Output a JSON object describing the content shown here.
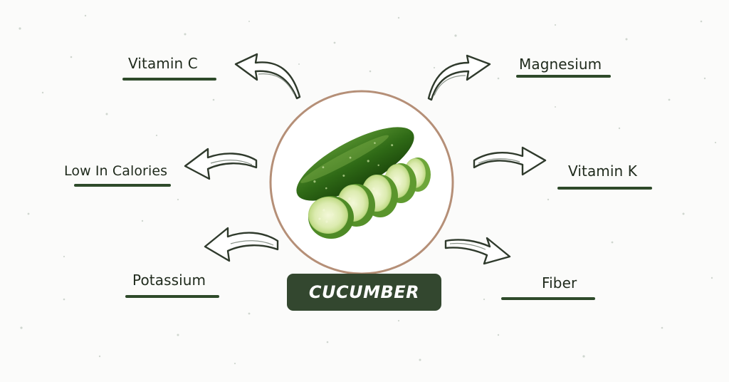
{
  "title": "CUCUMBER",
  "labels": {
    "vitamin_c": "Vitamin C",
    "magnesium": "Magnesium",
    "low_calories": "Low In Calories",
    "vitamin_k": "Vitamin K",
    "potassium": "Potassium",
    "fiber": "Fiber"
  },
  "colors": {
    "badge": "#33472f",
    "underline": "#2e4a2a",
    "circle_ring": "#b58f77",
    "text": "#1f2a1c"
  }
}
